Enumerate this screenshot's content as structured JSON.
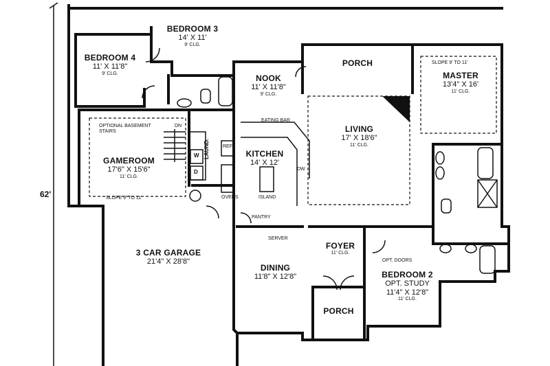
{
  "overall_dimension": "62'",
  "rooms": {
    "bedroom3": {
      "name": "BEDROOM 3",
      "dims": "14' X 11'",
      "ceiling": "9' CLG."
    },
    "bedroom4": {
      "name": "BEDROOM 4",
      "dims": "11' X 11'8\"",
      "ceiling": "9' CLG."
    },
    "nook": {
      "name": "NOOK",
      "dims": "11' X 11'8\"",
      "ceiling": "9' CLG."
    },
    "porch_back": {
      "name": "PORCH"
    },
    "master": {
      "name": "MASTER",
      "dims": "13'4\" X 16'",
      "ceiling": "11' CLG.",
      "slope": "SLOPE 9' TO 11'"
    },
    "living": {
      "name": "LIVING",
      "dims": "17' X 18'6\"",
      "ceiling": "11' CLG."
    },
    "kitchen": {
      "name": "KITCHEN",
      "dims": "14' X 12'"
    },
    "gameroom": {
      "name": "GAMEROOM",
      "dims": "17'6\" X 15'6\"",
      "ceiling": "11' CLG.",
      "slope": "SLOPE 9' TO 11'",
      "stairs_note": "OPTIONAL BASEMENT STAIRS",
      "stairs_dn": "DN"
    },
    "garage": {
      "name": "3 CAR GARAGE",
      "dims": "21'4\" X 28'8\""
    },
    "dining": {
      "name": "DINING",
      "dims": "11'8\" X 12'8\""
    },
    "foyer": {
      "name": "FOYER",
      "ceiling": "11' CLG."
    },
    "porch_front": {
      "name": "PORCH"
    },
    "bedroom2": {
      "name": "BEDROOM 2",
      "subtitle": "OPT. STUDY",
      "dims": "11'4\" X 12'8\"",
      "ceiling": "11' CLG."
    }
  },
  "fixtures": {
    "eating_bar": "EATING BAR",
    "island": "ISLAND",
    "ref": "REF",
    "dw": "DW",
    "ovens": "OVENS",
    "pantry": "PANTRY",
    "server": "SERVER",
    "laund": "LAUND.",
    "washer": "W",
    "dryer": "D",
    "opt_doors": "OPT. DOORS"
  }
}
